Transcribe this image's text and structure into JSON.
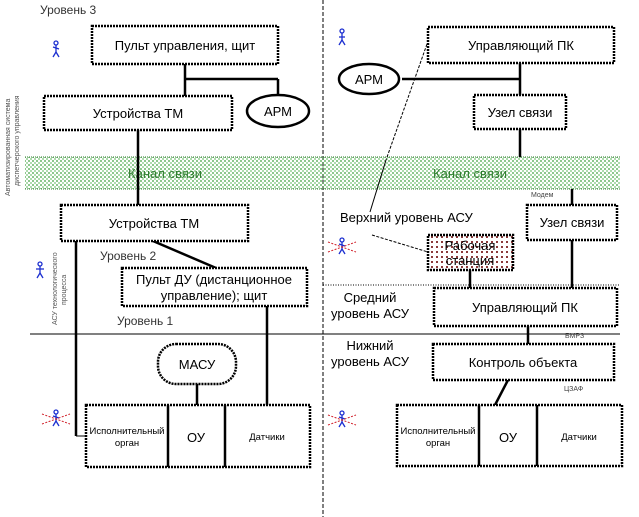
{
  "levels": {
    "level3": "Уровень 3",
    "level2": "Уровень 2",
    "level1": "Уровень 1"
  },
  "side_labels": {
    "top_line1": "Автоматизированная система",
    "top_line2": "диспетчерского управления",
    "bottom_line1": "АСУ технологического",
    "bottom_line2": "процесса"
  },
  "channel": {
    "left_label": "Канал связи",
    "right_label": "Канал связи",
    "color": "#2f7d2f"
  },
  "left": {
    "control_panel": "Пульт управления, щит",
    "tm_devices_top": "Устройства ТМ",
    "arm": "АРМ",
    "tm_devices_bottom": "Устройства ТМ",
    "remote_panel_line1": "Пульт ДУ (дистанционное",
    "remote_panel_line2": "управление); щит",
    "masu": "МАСУ",
    "bottom_row": [
      "Исполнительный|орган",
      "ОУ",
      "Датчики"
    ]
  },
  "right": {
    "control_pc_top": "Управляющий ПК",
    "arm": "АРМ",
    "comm_node_top": "Узел связи",
    "modem": "Модем",
    "upper_level_label": "Верхний уровень АСУ",
    "comm_node_bottom": "Узел связи",
    "workstation_line1": "Рабочая",
    "workstation_line2": "станция",
    "middle_level_line1": "Средний",
    "middle_level_line2": "уровень АСУ",
    "control_pc_middle": "Управляющий ПК",
    "bmrz": "БМРЗ",
    "lower_level_line1": "Нижний",
    "lower_level_line2": "уровень АСУ",
    "object_control": "Контроль объекта",
    "czaf": "ЦЗАФ",
    "bottom_row": [
      "Исполнительный|орган",
      "ОУ",
      "Датчики"
    ]
  },
  "colors": {
    "person_icon": "#1c2fd0",
    "cross_mark": "#d0202a",
    "workstation_fill": "#8b3a3a"
  }
}
